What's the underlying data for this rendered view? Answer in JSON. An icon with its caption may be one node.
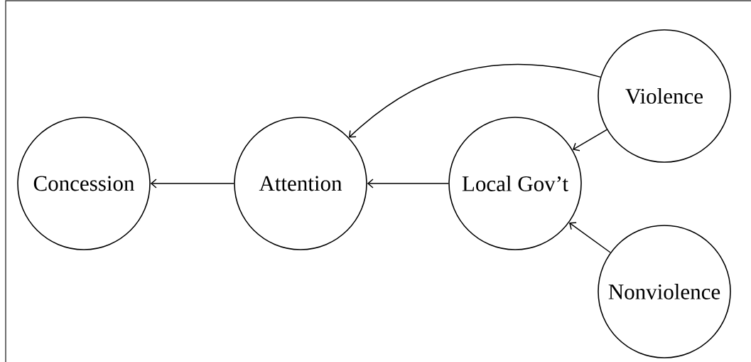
{
  "diagram": {
    "nodes": [
      {
        "text": [
          "Concession"
        ]
      },
      {
        "text": [
          "Attention"
        ]
      },
      {
        "text": [
          "Local Gov’t"
        ]
      },
      {
        "text": [
          "Violence"
        ]
      },
      {
        "text": [
          "Nonviolence"
        ]
      }
    ],
    "edges": [
      {
        "from": 1,
        "to": 0,
        "arrow": "to"
      },
      {
        "from": 2,
        "to": 1,
        "arrow": "to"
      },
      {
        "from": 3,
        "to": 1,
        "arrow": "to"
      },
      {
        "from": 3,
        "to": 2,
        "arrow": "to"
      },
      {
        "from": 4,
        "to": 2,
        "arrow": "to"
      }
    ]
  }
}
